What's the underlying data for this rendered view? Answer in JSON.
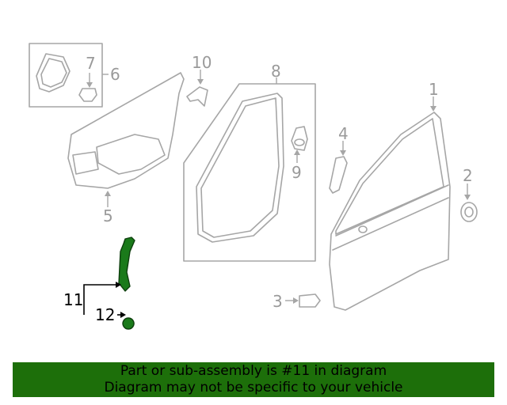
{
  "callouts": {
    "c1": "1",
    "c2": "2",
    "c3": "3",
    "c4": "4",
    "c5": "5",
    "c6": "6",
    "c7": "7",
    "c8": "8",
    "c9": "9",
    "c10": "10",
    "c11": "11",
    "c12": "12"
  },
  "banner": {
    "line1": "Part or sub-assembly is #11 in diagram",
    "line2": "Diagram may not be specific to your vehicle"
  },
  "colors": {
    "highlight": "#1a7a1a",
    "banner": "#1d6f0a",
    "line": "#a6a6a6"
  }
}
